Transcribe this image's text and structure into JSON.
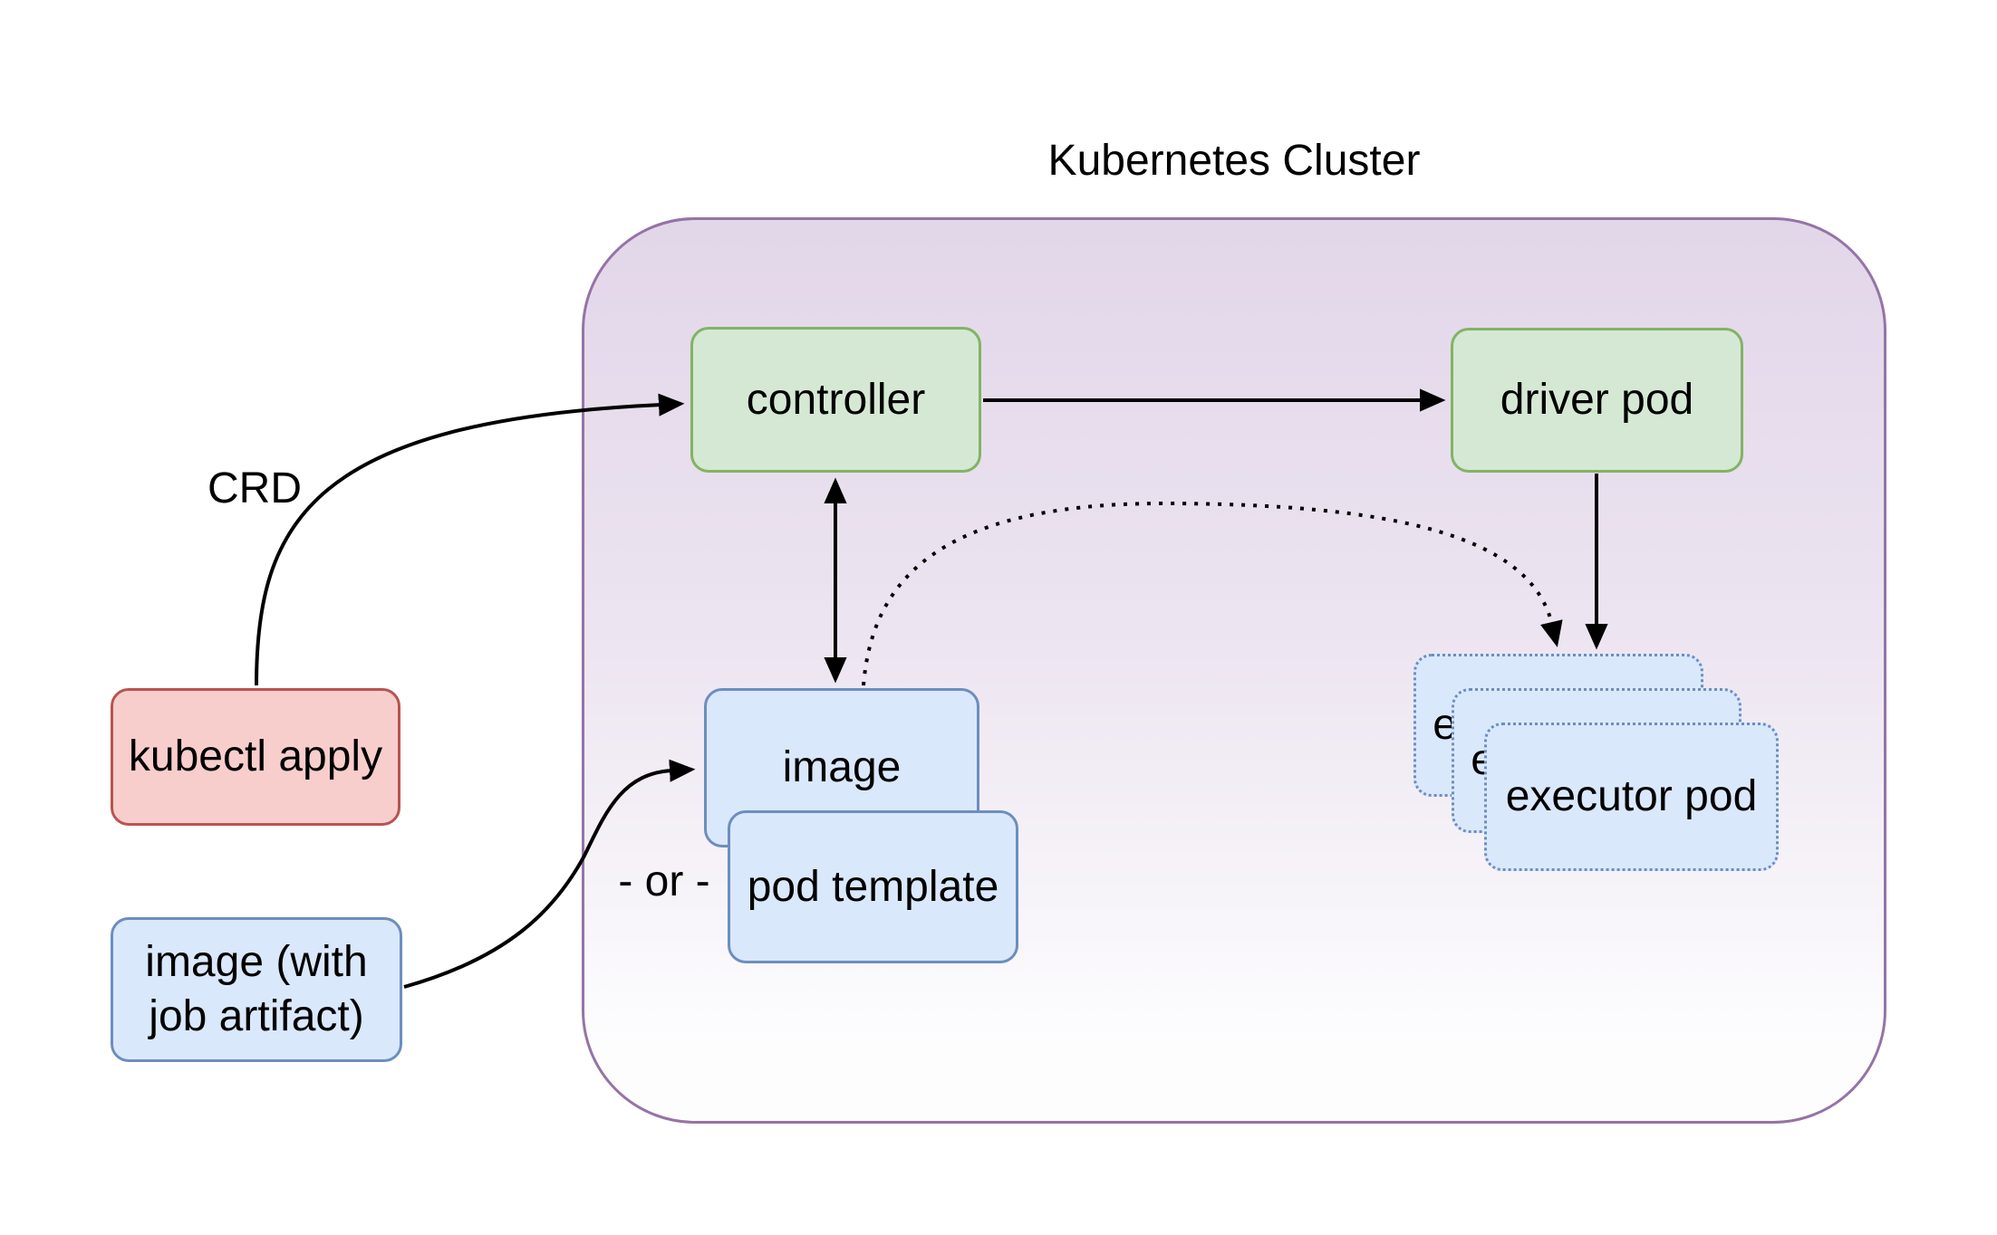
{
  "cluster": {
    "title": "Kubernetes Cluster"
  },
  "nodes": {
    "kubectl_apply": "kubectl apply",
    "image_with_job_artifact": "image (with job artifact)",
    "controller": "controller",
    "driver_pod": "driver pod",
    "image": "image",
    "pod_template": "pod template",
    "executor_pods": [
      "executor pod",
      "executor pod",
      "executor pod"
    ]
  },
  "edge_labels": {
    "crd": "CRD",
    "or": "- or -"
  },
  "edges": [
    {
      "from": "kubectl apply",
      "to": "controller",
      "label": "CRD",
      "style": "solid-curve"
    },
    {
      "from": "controller",
      "to": "driver pod",
      "style": "solid-arrow"
    },
    {
      "from": "controller",
      "to": "image",
      "style": "solid-double-arrow"
    },
    {
      "from": "driver pod",
      "to": "executor pods",
      "style": "solid-arrow"
    },
    {
      "from": "image",
      "to": "executor pods",
      "style": "dotted-curve-arrow"
    },
    {
      "from": "image (with job artifact)",
      "to": "image",
      "label": "- or -",
      "style": "solid-curve-arrow"
    }
  ],
  "colors": {
    "cluster_border": "#9673a6",
    "cluster_fill_top": "#e2d6e9",
    "cluster_fill_bottom": "#fdfdfe",
    "green_fill": "#d5e8d4",
    "green_border": "#82b366",
    "blue_fill": "#dae8fc",
    "blue_border": "#6c8ebf",
    "red_fill": "#f8cecc",
    "red_border": "#b85450",
    "arrow": "#000000"
  }
}
